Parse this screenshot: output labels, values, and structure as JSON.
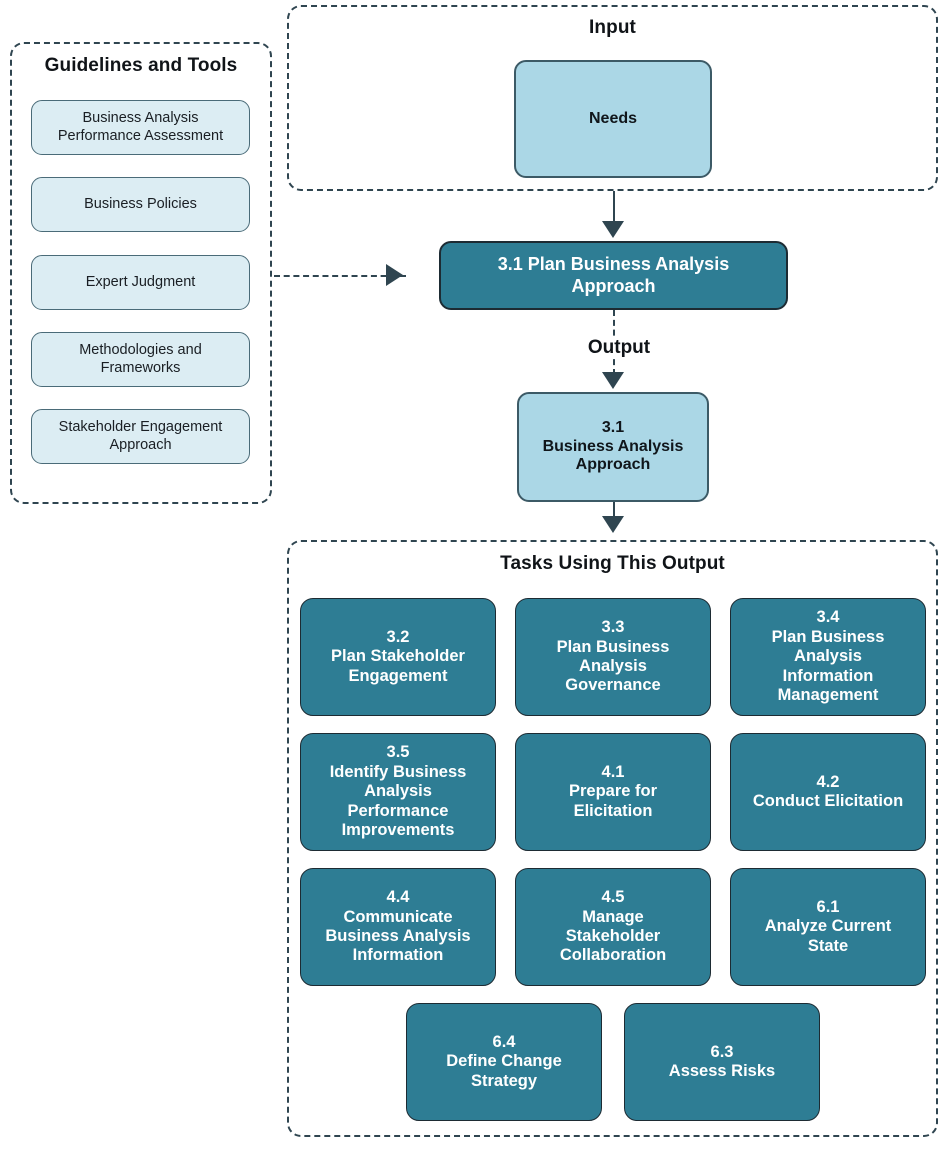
{
  "guidelines_panel": {
    "title": "Guidelines and Tools",
    "items": [
      {
        "label": "Business Analysis\nPerformance Assessment"
      },
      {
        "label": "Business Policies"
      },
      {
        "label": "Expert Judgment"
      },
      {
        "label": "Methodologies and\nFrameworks"
      },
      {
        "label": "Stakeholder Engagement\nApproach"
      }
    ]
  },
  "input_panel": {
    "title": "Input",
    "items": [
      {
        "label": "Needs"
      }
    ]
  },
  "process": {
    "label": "3.1 Plan Business Analysis\nApproach"
  },
  "output": {
    "edge_label": "Output",
    "label": "3.1\nBusiness Analysis\nApproach"
  },
  "tasks_panel": {
    "title": "Tasks Using This Output",
    "items": [
      {
        "number": "3.2",
        "label": "Plan Stakeholder\nEngagement"
      },
      {
        "number": "3.3",
        "label": "Plan Business\nAnalysis\nGovernance"
      },
      {
        "number": "3.4",
        "label": "Plan Business\nAnalysis\nInformation\nManagement"
      },
      {
        "number": "3.5",
        "label": "Identify Business\nAnalysis\nPerformance\nImprovements"
      },
      {
        "number": "4.1",
        "label": "Prepare for\nElicitation"
      },
      {
        "number": "4.2",
        "label": "Conduct Elicitation"
      },
      {
        "number": "4.4",
        "label": "Communicate\nBusiness Analysis\nInformation"
      },
      {
        "number": "4.5",
        "label": "Manage\nStakeholder\nCollaboration"
      },
      {
        "number": "6.1",
        "label": "Analyze Current\nState"
      },
      {
        "number": "6.4",
        "label": "Define Change\nStrategy"
      },
      {
        "number": "6.3",
        "label": "Assess Risks"
      }
    ]
  },
  "colors": {
    "process_fill": "#2e7d94",
    "data_fill": "#abd7e6",
    "tool_fill": "#dcedf3",
    "line": "#2f4550",
    "text_dark": "#101418",
    "text_light": "#ffffff"
  }
}
